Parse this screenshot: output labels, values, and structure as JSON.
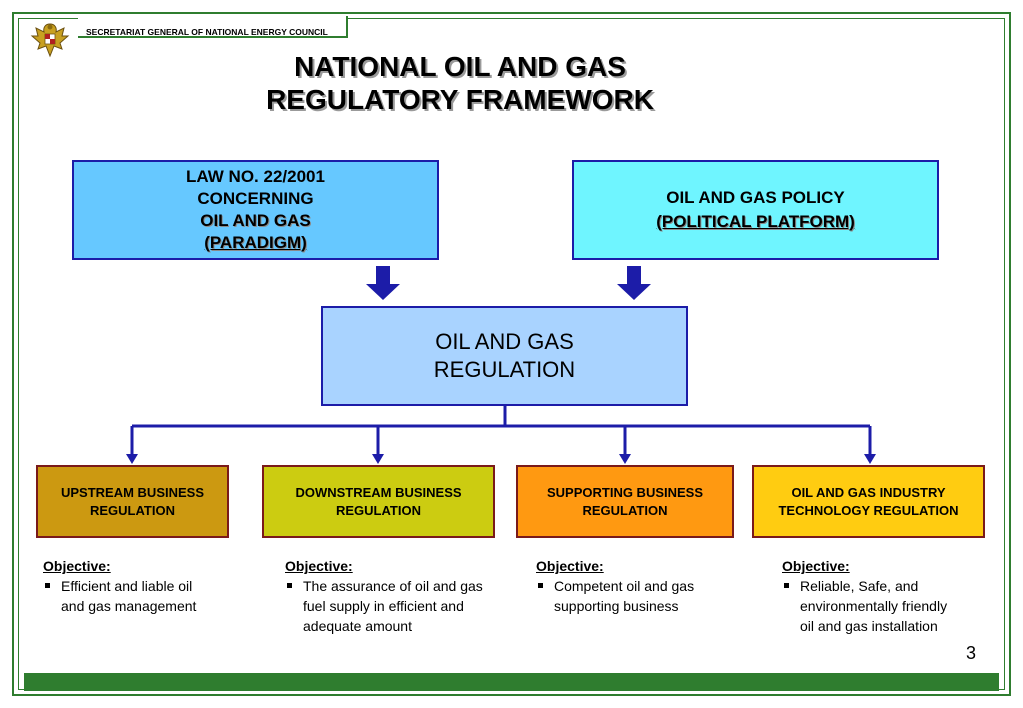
{
  "header": {
    "organization": "SECRETARIAT GENERAL OF NATIONAL ENERGY COUNCIL"
  },
  "title": {
    "line1": "NATIONAL OIL AND GAS",
    "line2": "REGULATORY FRAMEWORK"
  },
  "law_box": {
    "line1": "LAW NO. 22/2001",
    "line2": "CONCERNING",
    "line3": "OIL AND GAS",
    "line4": "(PARADIGM)"
  },
  "policy_box": {
    "line1": "OIL AND GAS POLICY",
    "line2": "(POLITICAL PLATFORM)"
  },
  "regulation_box": {
    "line1": "OIL AND GAS",
    "line2": "REGULATION"
  },
  "categories": [
    {
      "line1": "UPSTREAM BUSINESS",
      "line2": "REGULATION"
    },
    {
      "line1": "DOWNSTREAM BUSINESS",
      "line2": "REGULATION"
    },
    {
      "line1": "SUPPORTING BUSINESS",
      "line2": "REGULATION"
    },
    {
      "line1": "OIL AND GAS INDUSTRY",
      "line2": "TECHNOLOGY REGULATION"
    }
  ],
  "objectives": [
    {
      "heading": "Objective:",
      "item": "Efficient and liable oil and gas management"
    },
    {
      "heading": "Objective:",
      "item": "The assurance of oil and gas fuel supply in efficient and adequate amount"
    },
    {
      "heading": "Objective:",
      "item": "Competent oil and gas supporting business"
    },
    {
      "heading": "Objective:",
      "item": "Reliable, Safe, and environmentally friendly oil and gas installation"
    }
  ],
  "page_number": "3",
  "colors": {
    "frame_green": "#2f7d2f",
    "connector_blue": "#1c1ca8",
    "law_fill": "#66c8ff",
    "policy_fill": "#6ff5ff",
    "regulation_fill": "#a9d3ff",
    "upstream_fill": "#cc9911",
    "downstream_fill": "#cccc11",
    "supporting_fill": "#ff9911",
    "technology_fill": "#ffcc11"
  },
  "icons": {
    "emblem": "garuda-emblem-icon"
  }
}
